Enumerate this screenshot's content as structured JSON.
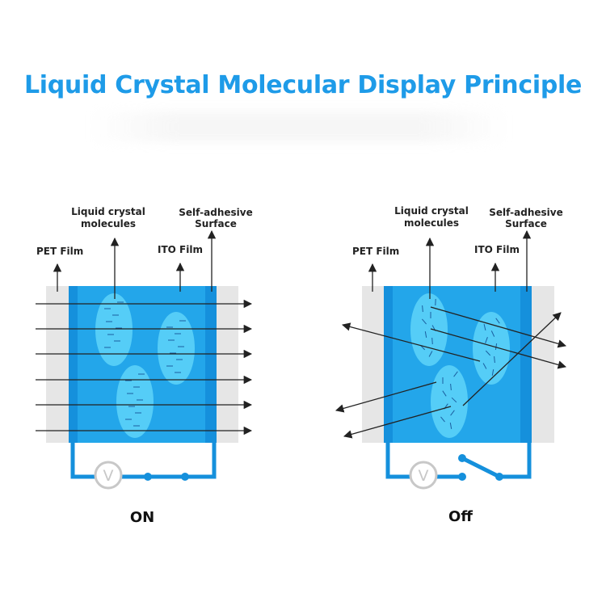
{
  "title": "Liquid Crystal Molecular Display Principle",
  "colors": {
    "title": "#1e9be8",
    "panel_dark": "#1590dc",
    "panel_light": "#23a6ea",
    "molecule": "#55cdf7",
    "film": "#e6e6e6",
    "meter": "#c8c8c8"
  },
  "panels": [
    {
      "state_label": "ON",
      "labels": {
        "pet_film": "PET Film",
        "liquid_crystal": [
          "Liquid crystal",
          "molecules"
        ],
        "ito_film": "ITO Film",
        "self_adhesive": [
          "Self-adhesive",
          "Surface"
        ]
      },
      "voltmeter": "V",
      "switch": "closed",
      "light": "passes straight through"
    },
    {
      "state_label": "Off",
      "labels": {
        "pet_film": "PET Film",
        "liquid_crystal": [
          "Liquid crystal",
          "molecules"
        ],
        "ito_film": "ITO Film",
        "self_adhesive": [
          "Self-adhesive",
          "Surface"
        ]
      },
      "voltmeter": "V",
      "switch": "open",
      "light": "scattered"
    }
  ]
}
